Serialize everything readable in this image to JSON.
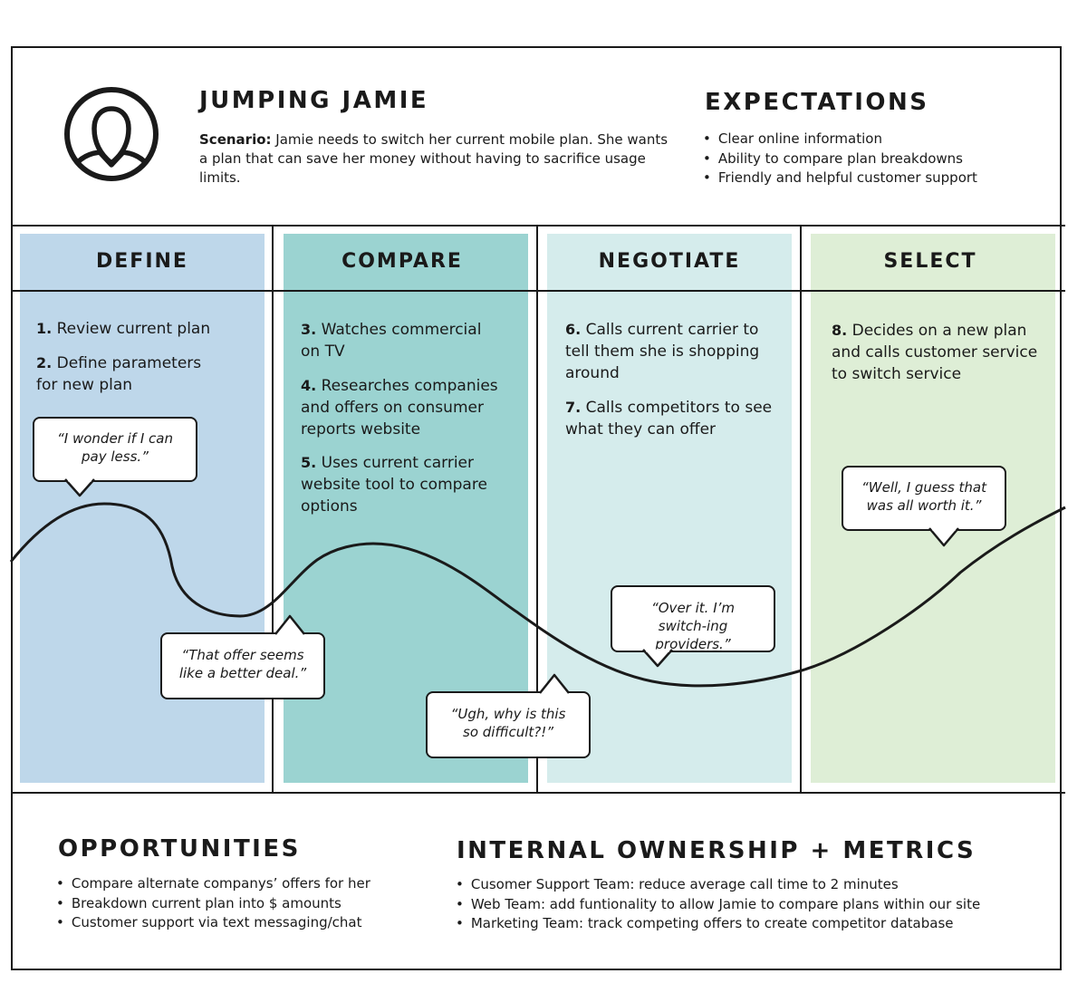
{
  "colors": {
    "define": "#bed7ea",
    "compare": "#9bd3d1",
    "negotiate": "#d5ecec",
    "select": "#deeed6",
    "ink": "#1a1a1a"
  },
  "persona": {
    "icon": "user-avatar-icon",
    "name": "JUMPING JAMIE",
    "scenario_label": "Scenario:",
    "scenario_text": "Jamie needs to switch her current mobile plan. She wants a plan that can save her money without having to sacrifice usage limits."
  },
  "expectations": {
    "title": "EXPECTATIONS",
    "items": [
      "Clear online information",
      "Ability to compare plan breakdowns",
      "Friendly and helpful customer support"
    ]
  },
  "stages": [
    {
      "title": "DEFINE",
      "steps": [
        {
          "num": "1.",
          "text": "Review current plan"
        },
        {
          "num": "2.",
          "text": "Define parameters for new plan"
        }
      ]
    },
    {
      "title": "COMPARE",
      "steps": [
        {
          "num": "3.",
          "text": "Watches commercial on TV"
        },
        {
          "num": "4.",
          "text": "Researches companies and offers on consumer reports website"
        },
        {
          "num": "5.",
          "text": "Uses current carrier website tool to compare options"
        }
      ]
    },
    {
      "title": "NEGOTIATE",
      "steps": [
        {
          "num": "6.",
          "text": "Calls current carrier to tell them she is shopping around"
        },
        {
          "num": "7.",
          "text": "Calls competitors to see what they can offer"
        }
      ]
    },
    {
      "title": "SELECT",
      "steps": [
        {
          "num": "8.",
          "text": "Decides on a new plan and calls customer service to switch service"
        }
      ]
    }
  ],
  "quotes": [
    "“I wonder if I can pay less.”",
    "“That offer seems like a better deal.”",
    "“Ugh, why is this so difficult?!”",
    "“Over it. I’m switch-ing providers.”",
    "“Well, I guess that was all worth it.”"
  ],
  "opportunities": {
    "title": "OPPORTUNITIES",
    "items": [
      "Compare alternate companys’ offers for her",
      "Breakdown current plan into $ amounts",
      "Customer support via text messaging/chat"
    ]
  },
  "ownership": {
    "title": "INTERNAL OWNERSHIP + METRICS",
    "items": [
      "Cusomer Support Team: reduce average call time to 2 minutes",
      "Web Team: add funtionality to allow Jamie to compare plans within our site",
      "Marketing Team: track competing offers to create competitor database"
    ]
  }
}
